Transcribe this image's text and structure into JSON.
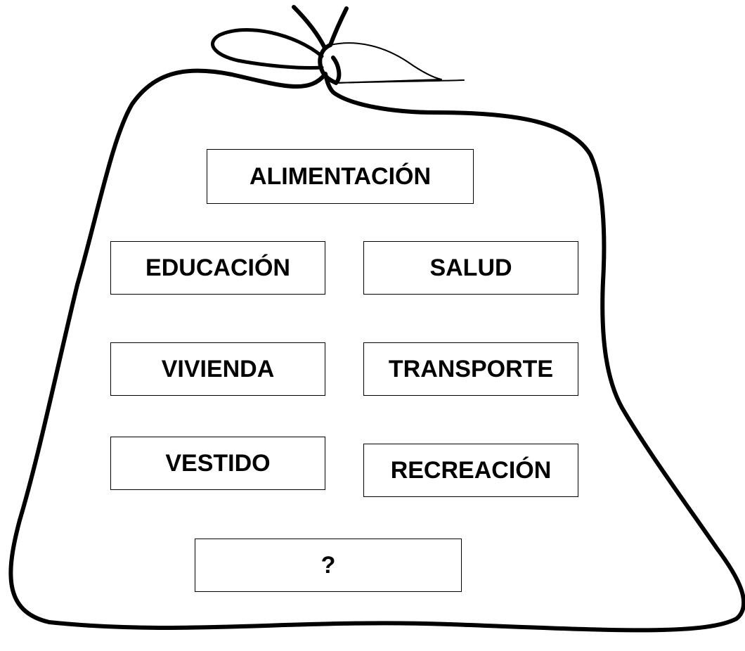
{
  "diagram": {
    "items": [
      {
        "id": "alimentacion",
        "label": "ALIMENTACIÓN"
      },
      {
        "id": "educacion",
        "label": "EDUCACIÓN"
      },
      {
        "id": "salud",
        "label": "SALUD"
      },
      {
        "id": "vivienda",
        "label": "VIVIENDA"
      },
      {
        "id": "transporte",
        "label": "TRANSPORTE"
      },
      {
        "id": "vestido",
        "label": "VESTIDO"
      },
      {
        "id": "recreacion",
        "label": "RECREACIÓN"
      },
      {
        "id": "question",
        "label": "?"
      }
    ],
    "outline_color": "#000000",
    "background_color": "#ffffff"
  }
}
